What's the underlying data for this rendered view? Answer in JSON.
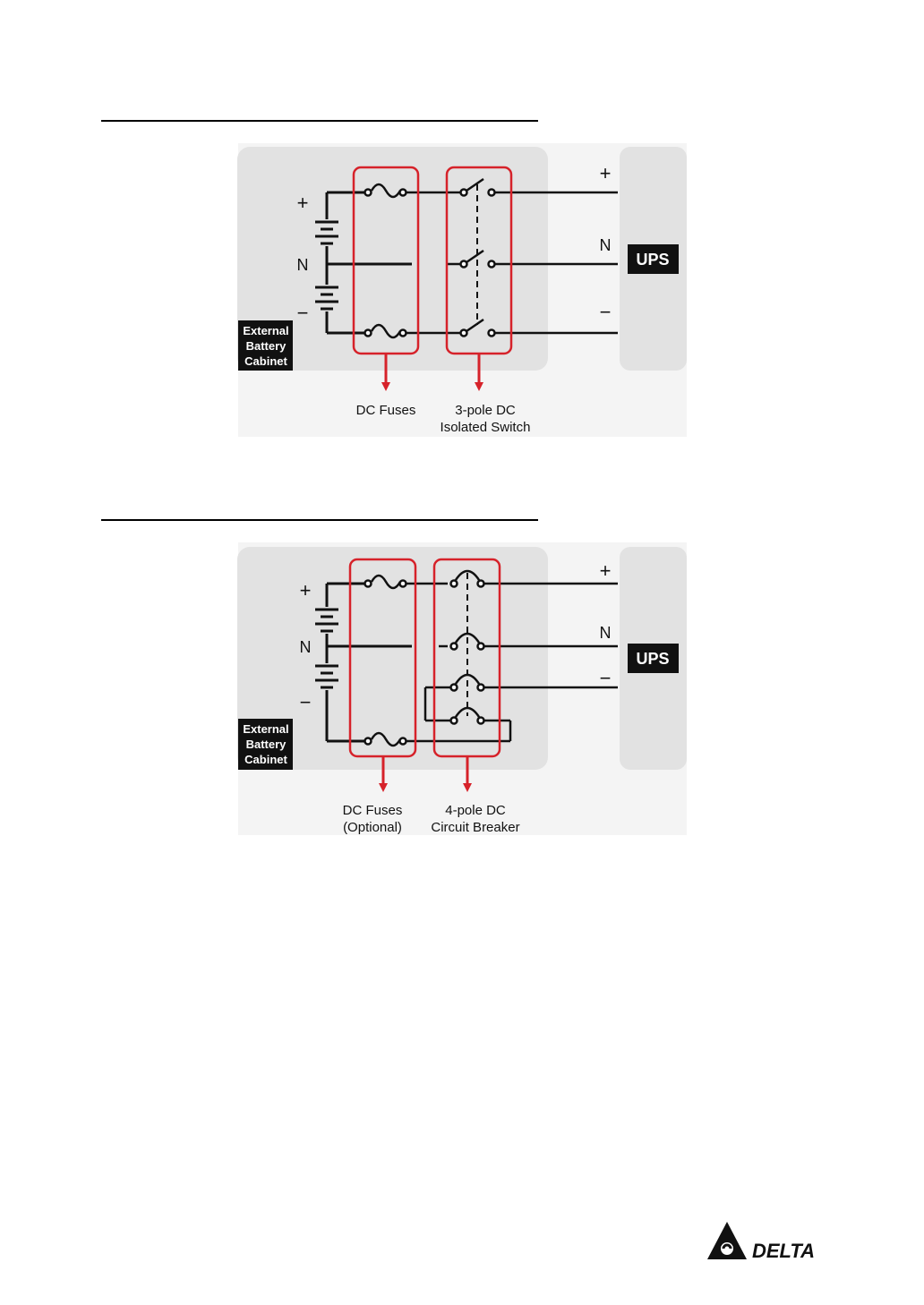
{
  "diagram1": {
    "battery_labels": {
      "plus": "+",
      "neutral": "N",
      "minus": "−"
    },
    "cabinet_label": [
      "External",
      "Battery",
      "Cabinet"
    ],
    "ups_label": "UPS",
    "ups_terminals": {
      "plus": "+",
      "neutral": "N",
      "minus": "−"
    },
    "callouts": {
      "fuses": [
        "DC Fuses"
      ],
      "switch": [
        "3-pole DC",
        "Isolated Switch"
      ]
    }
  },
  "diagram2": {
    "battery_labels": {
      "plus": "+",
      "neutral": "N",
      "minus": "−"
    },
    "cabinet_label": [
      "External",
      "Battery",
      "Cabinet"
    ],
    "ups_label": "UPS",
    "ups_terminals": {
      "plus": "+",
      "neutral": "N",
      "minus": "−"
    },
    "callouts": {
      "fuses": [
        "DC Fuses",
        "(Optional)"
      ],
      "breaker": [
        "4-pole DC",
        "Circuit Breaker"
      ]
    }
  },
  "logo": {
    "text": "DELTA"
  },
  "colors": {
    "highlight": "#d6222a",
    "panel": "#e2e2e2",
    "ink": "#111111"
  }
}
